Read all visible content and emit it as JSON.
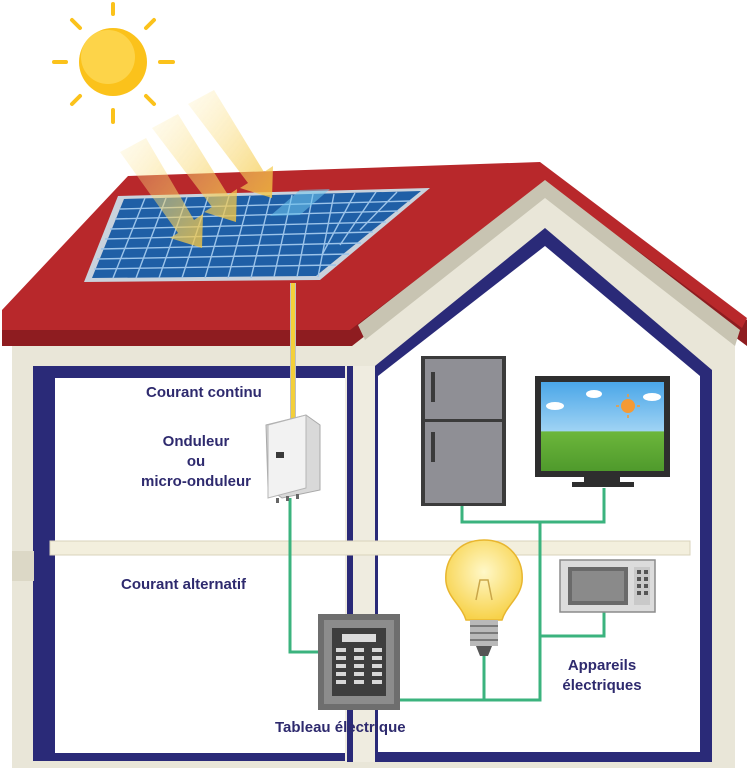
{
  "labels": {
    "dc_current": "Courant continu",
    "inverter_line1": "Onduleur",
    "inverter_line2": "ou",
    "inverter_line3": "micro-onduleur",
    "ac_current": "Courant alternatif",
    "appliances_line1": "Appareils",
    "appliances_line2": "électriques",
    "panel_board": "Tableau électrique"
  },
  "colors": {
    "roof": "#b8282b",
    "roof_dark": "#8e1c20",
    "wall_frame": "#2a2a78",
    "house_wall": "#f4f1e6",
    "dc_wire": "#f3cf3a",
    "ac_wire": "#3bb37e",
    "sun": "#fbc21b",
    "solar_panel": "#1f5fa6",
    "label_text": "#2e2a6e"
  },
  "icons": [
    "sun-icon",
    "solar-panel-icon",
    "inverter-icon",
    "fridge-icon",
    "tv-icon",
    "light-bulb-icon",
    "microwave-icon",
    "breaker-panel-icon"
  ]
}
